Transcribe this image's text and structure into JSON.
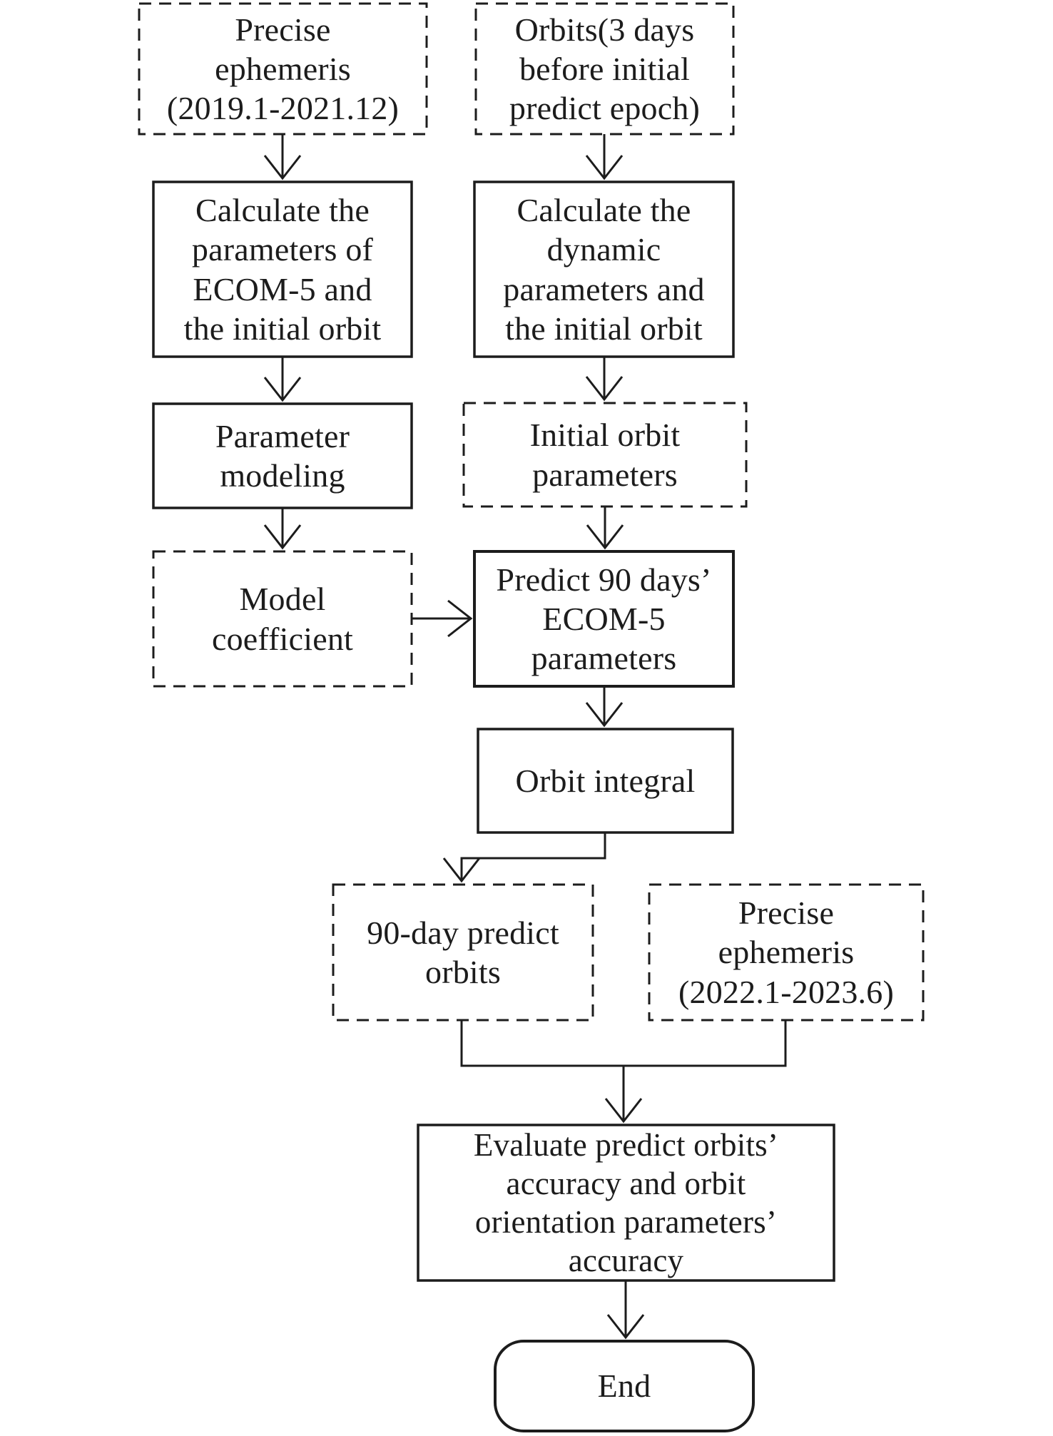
{
  "boxes": {
    "precise_ephemeris_2019": {
      "text": "Precise\nephemeris\n(2019.1-2021.12)",
      "border": "dashed"
    },
    "orbits_3days": {
      "text": "Orbits(3 days\nbefore initial\npredict epoch)",
      "border": "dashed"
    },
    "calc_ecom5": {
      "text": "Calculate the\nparameters of\nECOM-5 and\nthe initial orbit",
      "border": "solid"
    },
    "calc_dynamic": {
      "text": "Calculate the\ndynamic\nparameters and\nthe initial orbit",
      "border": "solid"
    },
    "parameter_modeling": {
      "text": "Parameter\nmodeling",
      "border": "solid"
    },
    "initial_orbit_params": {
      "text": "Initial orbit\nparameters",
      "border": "dashed"
    },
    "model_coefficient": {
      "text": "Model\ncoefficient",
      "border": "dashed"
    },
    "predict_90_params": {
      "text": "Predict 90 days’\nECOM-5\nparameters",
      "border": "solid"
    },
    "orbit_integral": {
      "text": "Orbit integral",
      "border": "solid"
    },
    "predict_orbits_90day": {
      "text": "90-day predict\norbits",
      "border": "dashed"
    },
    "precise_ephemeris_2022": {
      "text": "Precise\nephemeris\n(2022.1-2023.6)",
      "border": "dashed"
    },
    "evaluate": {
      "text": "Evaluate predict orbits’\naccuracy and orbit\norientation parameters’\naccuracy",
      "border": "solid"
    },
    "end": {
      "text": "End",
      "border": "rounded"
    }
  },
  "connections": [
    {
      "from": "precise_ephemeris_2019",
      "to": "calc_ecom5"
    },
    {
      "from": "orbits_3days",
      "to": "calc_dynamic"
    },
    {
      "from": "calc_ecom5",
      "to": "parameter_modeling"
    },
    {
      "from": "calc_dynamic",
      "to": "initial_orbit_params"
    },
    {
      "from": "parameter_modeling",
      "to": "model_coefficient"
    },
    {
      "from": "initial_orbit_params",
      "to": "predict_90_params"
    },
    {
      "from": "model_coefficient",
      "to": "predict_90_params"
    },
    {
      "from": "predict_90_params",
      "to": "orbit_integral"
    },
    {
      "from": "orbit_integral",
      "to": "predict_orbits_90day"
    },
    {
      "from": "predict_orbits_90day",
      "to": "evaluate"
    },
    {
      "from": "precise_ephemeris_2022",
      "to": "evaluate"
    },
    {
      "from": "evaluate",
      "to": "end"
    }
  ],
  "colors": {
    "line": "#1c1c1c",
    "text": "#1c1c1c",
    "background": "#ffffff"
  }
}
